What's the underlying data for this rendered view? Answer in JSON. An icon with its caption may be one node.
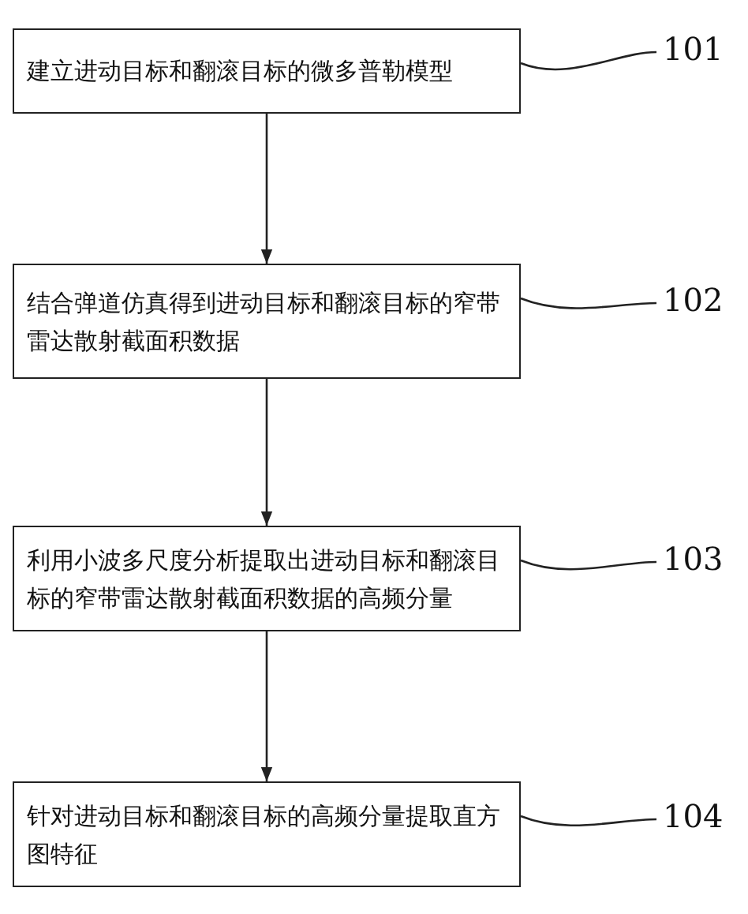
{
  "diagram": {
    "nodes": [
      {
        "text": [
          "建立进动目标和翻滚目标的微多普勒模型"
        ]
      },
      {
        "text": [
          "结合弹道仿真得到进动目标和翻滚目标的窄带雷达散射截面积数据"
        ]
      },
      {
        "text": [
          "利用小波多尺度分析提取出进动目标和翻滚目标的窄带雷达散射截面积数据的高频分量"
        ]
      },
      {
        "text": [
          "针对进动目标和翻滚目标的高频分量提取直方图特征"
        ]
      },
      {
        "text": [
          "101"
        ]
      },
      {
        "text": [
          "102"
        ]
      },
      {
        "text": [
          "103"
        ]
      },
      {
        "text": [
          "104"
        ]
      }
    ],
    "edges": [
      {
        "from": 0,
        "to": 1,
        "arrow": "to"
      },
      {
        "from": 1,
        "to": 2,
        "arrow": "to"
      },
      {
        "from": 2,
        "to": 3,
        "arrow": "to"
      },
      {
        "from": 4,
        "to": 0,
        "arrow": "none"
      },
      {
        "from": 5,
        "to": 1,
        "arrow": "none"
      },
      {
        "from": 6,
        "to": 2,
        "arrow": "none"
      },
      {
        "from": 7,
        "to": 3,
        "arrow": "none"
      }
    ]
  }
}
